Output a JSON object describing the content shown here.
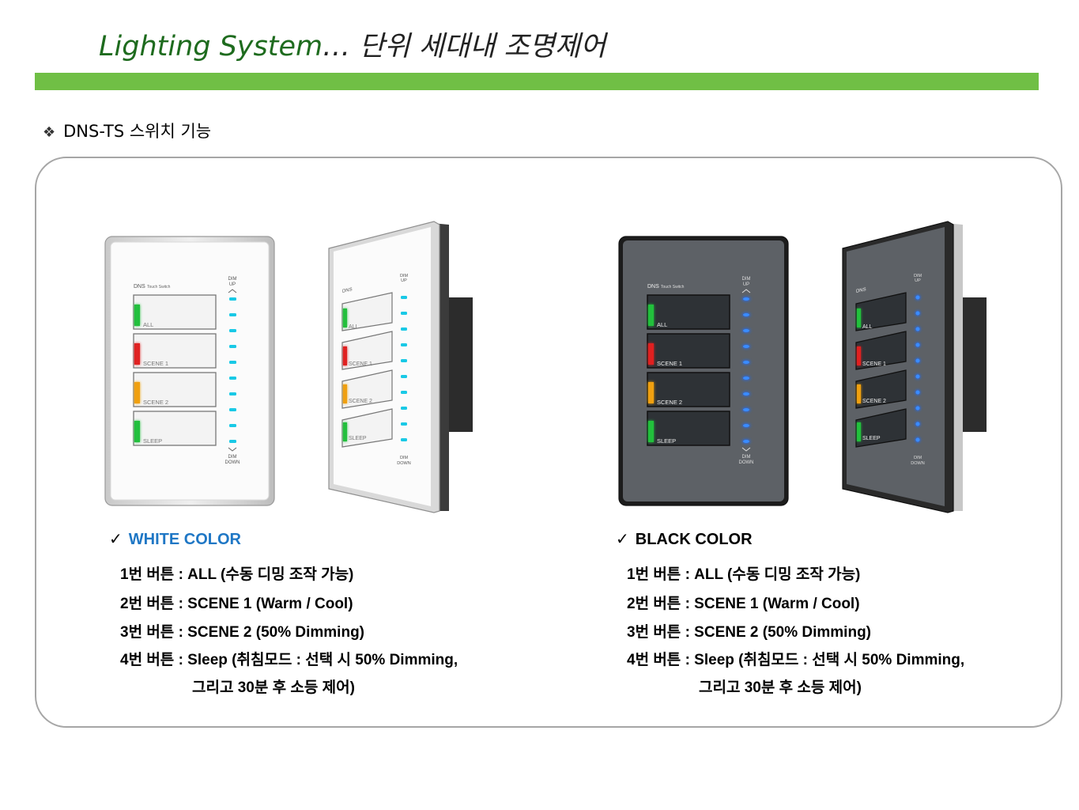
{
  "header": {
    "title_en": "Lighting System",
    "title_ko": "… 단위 세대내 조명제어"
  },
  "section": {
    "bullet": "❖",
    "label": "DNS-TS 스위치 기능"
  },
  "panel_labels": {
    "brand": "DNS",
    "model": "Touch Switch",
    "dim_up": [
      "DIM",
      "UP"
    ],
    "dim_down": [
      "DIM",
      "DOWN"
    ],
    "buttons": [
      "ALL",
      "SCENE 1",
      "SCENE 2",
      "SLEEP"
    ]
  },
  "colors": {
    "accent_green": "#70bf45",
    "title_green": "#1e6b1e",
    "white_color_label": "#1f77c5",
    "led_green": "#22c03c",
    "led_red": "#e02020",
    "led_orange": "#f0a010",
    "dim_led_white_panel": "#19c9e6",
    "dim_led_black_panel": "#1e6cff"
  },
  "white": {
    "check": "✓",
    "heading": "WHITE  COLOR",
    "features": [
      "1번 버튼 : ALL (수동 디밍 조작 가능)",
      "2번 버튼 : SCENE 1 (Warm / Cool)",
      "3번 버튼 : SCENE 2 (50% Dimming)",
      "4번 버튼 : Sleep (취침모드 : 선택 시 50% Dimming,",
      "그리고 30분 후 소등 제어)"
    ]
  },
  "black": {
    "check": "✓",
    "heading": "BLACK  COLOR",
    "features": [
      "1번 버튼 : ALL (수동 디밍 조작 가능)",
      "2번 버튼 : SCENE 1 (Warm / Cool)",
      "3번 버튼 : SCENE 2 (50% Dimming)",
      "4번 버튼 : Sleep (취침모드 : 선택 시 50% Dimming,",
      "그리고 30분 후 소등 제어)"
    ]
  }
}
